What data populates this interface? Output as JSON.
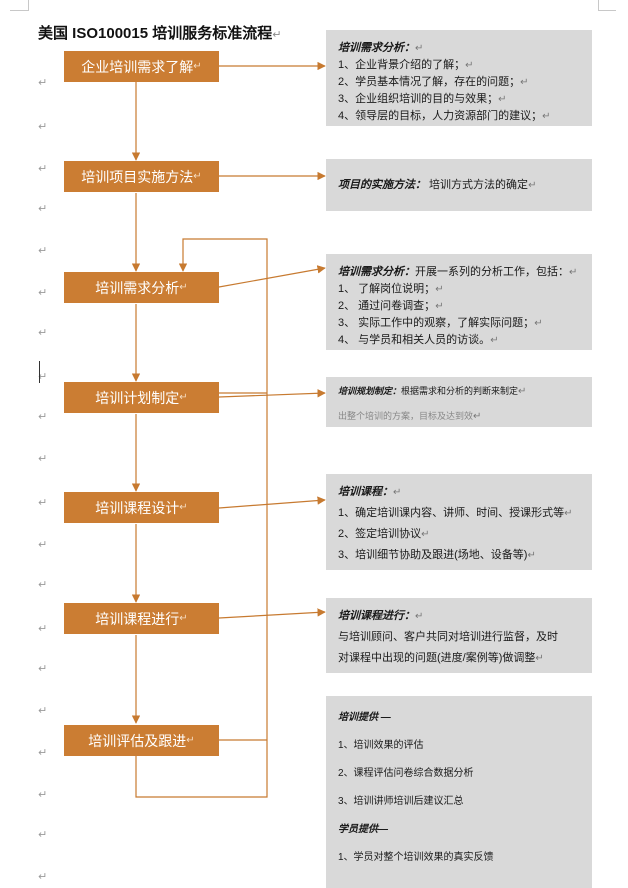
{
  "document": {
    "title": "美国 ISO100015 培训服务标准流程",
    "paragraph_mark": "↵"
  },
  "steps": [
    {
      "label": "企业培训需求了解"
    },
    {
      "label": "培训项目实施方法"
    },
    {
      "label": "培训需求分析"
    },
    {
      "label": "培训计划制定"
    },
    {
      "label": "培训课程设计"
    },
    {
      "label": "培训课程进行"
    },
    {
      "label": "培训评估及跟进"
    }
  ],
  "boxes": [
    {
      "lines": [
        {
          "head": "培训需求分析：",
          "text": ""
        },
        {
          "head": "",
          "text": "1、企业背景介绍的了解；"
        },
        {
          "head": "",
          "text": "2、学员基本情况了解，存在的问题；"
        },
        {
          "head": "",
          "text": "3、企业组织培训的目的与效果；"
        },
        {
          "head": "",
          "text": "4、领导层的目标，人力资源部门的建议；"
        }
      ]
    },
    {
      "lines": [
        {
          "head": "项目的实施方法：",
          "text": "  培训方式方法的确定"
        }
      ]
    },
    {
      "lines": [
        {
          "head": "培训需求分析：",
          "text": "开展一系列的分析工作，包括："
        },
        {
          "head": "",
          "text": "1、  了解岗位说明；"
        },
        {
          "head": "",
          "text": "2、  通过问卷调查；"
        },
        {
          "head": "",
          "text": "3、  实际工作中的观察，了解实际问题；"
        },
        {
          "head": "",
          "text": "4、  与学员和相关人员的访谈。"
        }
      ]
    },
    {
      "lines": [
        {
          "head": "培训规划制定：",
          "text": "根据需求和分析的判断来制定"
        },
        {
          "head": "",
          "text": "出整个培训的方案，目标及达到效"
        }
      ]
    },
    {
      "lines": [
        {
          "head": "培训课程：",
          "text": ""
        },
        {
          "head": "",
          "text": "1、确定培训课内容、讲师、时间、授课形式等"
        },
        {
          "head": "",
          "text": "2、签定培训协议"
        },
        {
          "head": "",
          "text": "3、培训细节协助及跟进(场地、设备等)"
        }
      ]
    },
    {
      "lines": [
        {
          "head": "培训课程进行：",
          "text": ""
        },
        {
          "head": "",
          "text": "与培训顾问、客户共同对培训进行监督，及时"
        },
        {
          "head": "",
          "text": "对课程中出现的问题(进度/案例等)做调整"
        }
      ]
    },
    {
      "lines": [
        {
          "head": "培训提供 —",
          "text": ""
        },
        {
          "head": "",
          "text": "1、培训效果的评估"
        },
        {
          "head": "",
          "text": "2、课程评估问卷综合数据分析"
        },
        {
          "head": "",
          "text": "3、培训讲师培训后建议汇总"
        },
        {
          "head": "学员提供—",
          "text": ""
        },
        {
          "head": "",
          "text": "1、学员对整个培训效果的真实反馈"
        }
      ]
    }
  ],
  "colors": {
    "step_fill": "#cb7d33",
    "arrow": "#c77a30",
    "box_fill": "#d9d9d9"
  }
}
